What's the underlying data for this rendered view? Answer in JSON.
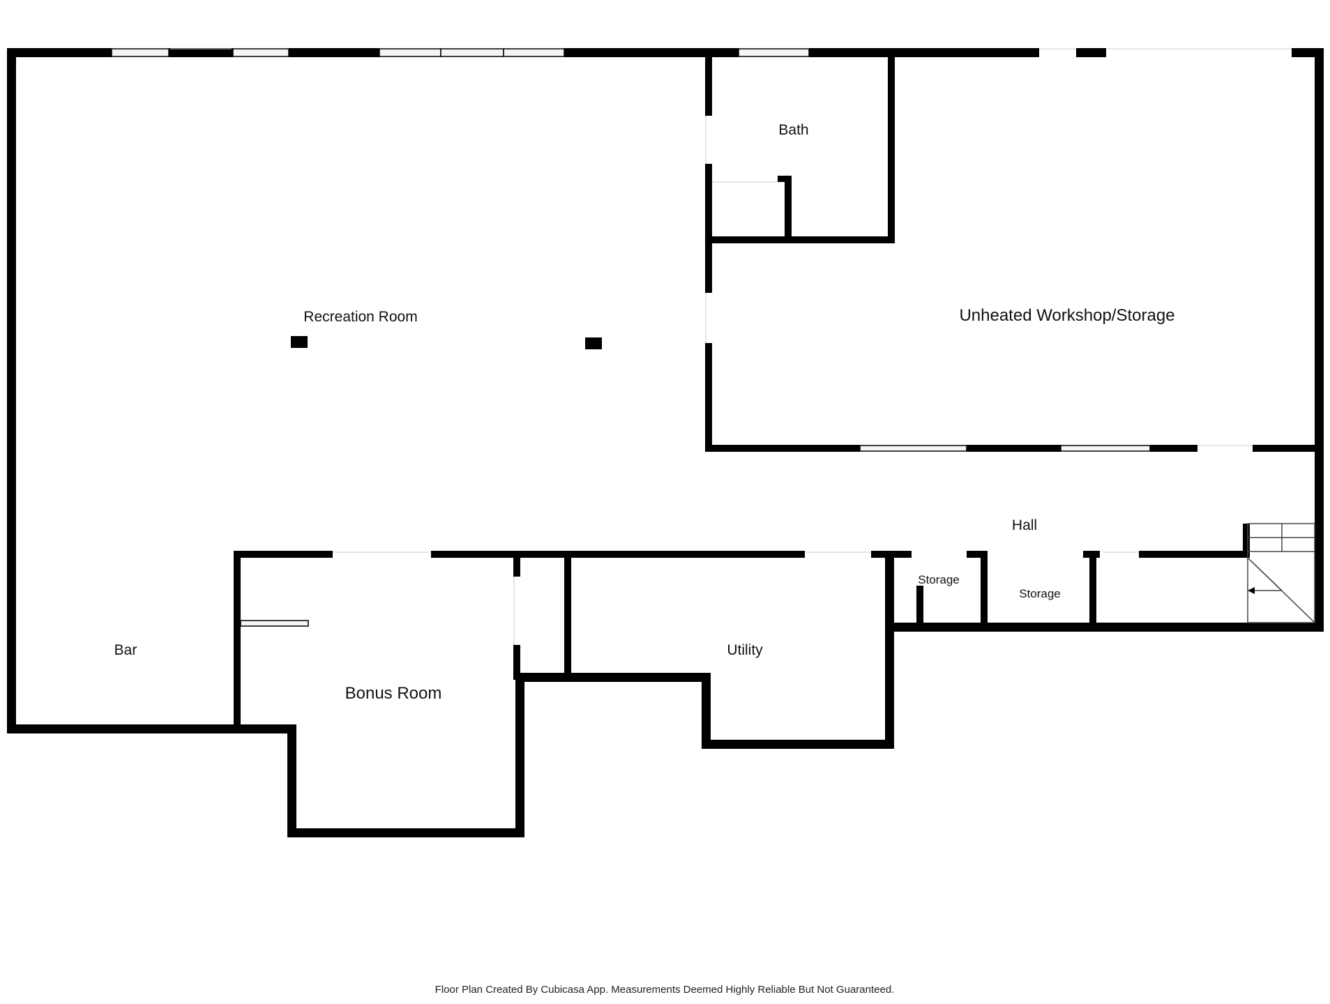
{
  "rooms": {
    "recreation_room": "Recreation Room",
    "bath": "Bath",
    "workshop": "Unheated Workshop/Storage",
    "hall": "Hall",
    "storage_1": "Storage",
    "storage_2": "Storage",
    "utility": "Utility",
    "bar": "Bar",
    "bonus_room": "Bonus Room"
  },
  "footer": "Floor Plan Created By Cubicasa App. Measurements Deemed Highly Reliable But Not Guaranteed.",
  "colors": {
    "wall": "#000000",
    "background": "#ffffff",
    "window_fill": "#f4f4f4"
  }
}
